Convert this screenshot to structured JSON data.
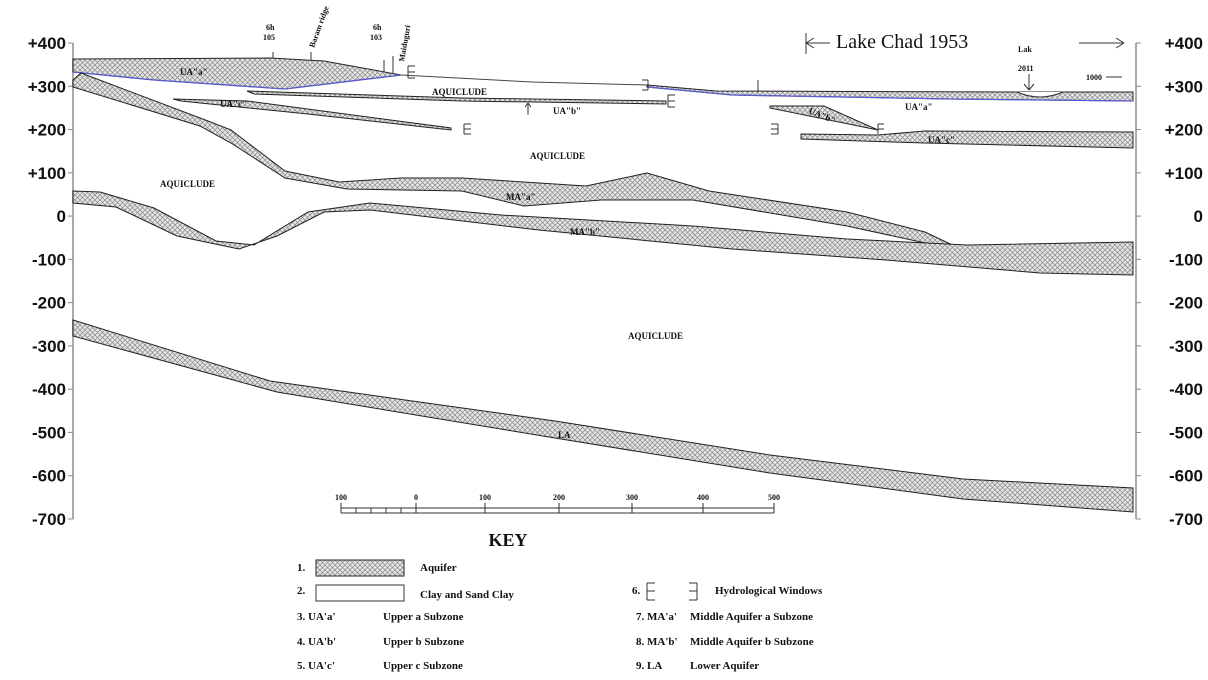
{
  "y_axis": {
    "ticks": [
      "+400",
      "+300",
      "+200",
      "+100",
      "0",
      "-100",
      "-200",
      "-300",
      "-400",
      "-500",
      "-600",
      "-700"
    ],
    "min": -700,
    "max": 400
  },
  "header": {
    "lake_title": "Lake Chad  1953",
    "lake_marker": "Lak",
    "lake_2011": "2011",
    "right_marker": "1000"
  },
  "wells": [
    {
      "label_top": "6h",
      "label_bottom": "105"
    },
    {
      "label": "Baram ridge"
    },
    {
      "label_top": "6h",
      "label_bottom": "103"
    },
    {
      "label": "Maiduguri"
    }
  ],
  "section_labels": {
    "ua_a_left": "UA\"a\"",
    "ua_a_right": "UA\"a\"",
    "ua_b_mid": "UA\"b\"",
    "ua_b_right": "UA\"b\"",
    "ua_c_left": "UA\"c\"",
    "ua_c_right": "UA\"c\"",
    "aquiclude_top": "AQUICLUDE",
    "aquiclude_mid": "AQUICLUDE",
    "aquiclude_left": "AQUICLUDE",
    "aquiclude_bottom": "AQUICLUDE",
    "ma_a": "MA\"a\"",
    "ma_b": "MA\"b\"",
    "la": "LA"
  },
  "scale_bar": {
    "ticks": [
      "100",
      "0",
      "100",
      "200",
      "300",
      "400",
      "500"
    ]
  },
  "key": {
    "title": "KEY",
    "items": [
      {
        "num": "1.",
        "label": "Aquifer"
      },
      {
        "num": "2.",
        "label": "Clay and Sand Clay"
      },
      {
        "num": "3. UA'a'",
        "label": "Upper a Subzone"
      },
      {
        "num": "4. UA'b'",
        "label": "Upper b Subzone"
      },
      {
        "num": "5. UA'c'",
        "label": "Upper c Subzone"
      },
      {
        "num": "6.",
        "label": "Hydrological  Windows"
      },
      {
        "num": "7. MA'a'",
        "label": "Middle Aquifer a Subzone"
      },
      {
        "num": "8. MA'b'",
        "label": "Middle Aquifer b Subzone"
      },
      {
        "num": "9. LA",
        "label": "Lower Aquifer"
      }
    ]
  },
  "colors": {
    "water_table": "#5a5ad0",
    "hatch": "#888888",
    "axis": "#aaaaaa"
  }
}
